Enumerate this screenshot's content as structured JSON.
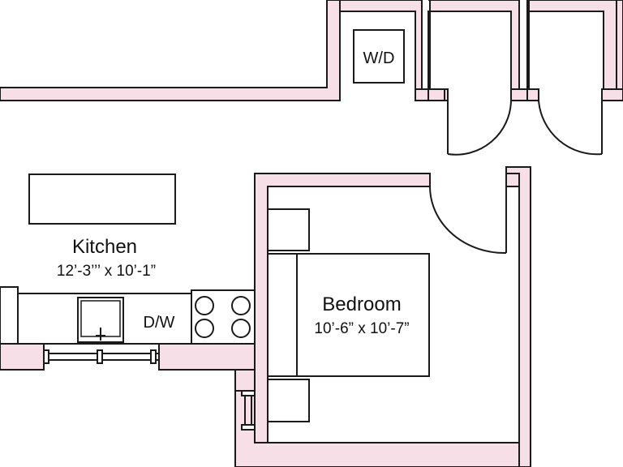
{
  "rooms": {
    "kitchen": {
      "name": "Kitchen",
      "dimensions": "12’-3’’’ x 10’-1”"
    },
    "bedroom": {
      "name": "Bedroom",
      "dimensions": "10’-6” x 10’-7”"
    }
  },
  "appliances": {
    "washer_dryer": "W/D",
    "dishwasher": "D/W"
  },
  "colors": {
    "wall_fill": "#f6dfe6",
    "line": "#1a1a1a",
    "background": "#ffffff"
  }
}
